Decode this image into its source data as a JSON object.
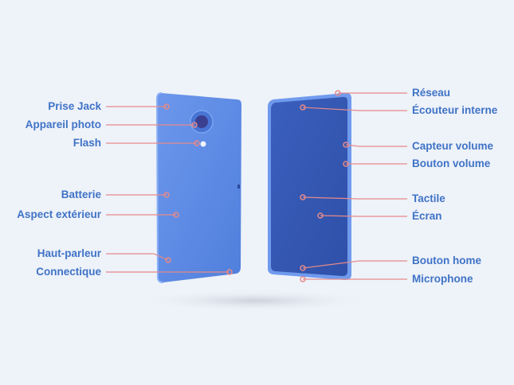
{
  "colors": {
    "background": "#eef2f9",
    "label_text": "#3f73c6",
    "leader_line": "#e68a8a",
    "phone_back": "#5c89e3",
    "phone_front": "#3559b5",
    "phone_frame": "#6f9aee"
  },
  "labels": {
    "left": [
      {
        "key": "prise-jack",
        "text": "Prise Jack"
      },
      {
        "key": "appareil-photo",
        "text": "Appareil photo"
      },
      {
        "key": "flash",
        "text": "Flash"
      },
      {
        "key": "batterie",
        "text": "Batterie"
      },
      {
        "key": "aspect-exterieur",
        "text": "Aspect extérieur"
      },
      {
        "key": "haut-parleur",
        "text": "Haut-parleur"
      },
      {
        "key": "connectique",
        "text": "Connectique"
      }
    ],
    "right": [
      {
        "key": "reseau",
        "text": "Réseau"
      },
      {
        "key": "ecouteur-interne",
        "text": "Écouteur interne"
      },
      {
        "key": "capteur-volume",
        "text": "Capteur volume"
      },
      {
        "key": "bouton-volume",
        "text": "Bouton volume"
      },
      {
        "key": "tactile",
        "text": "Tactile"
      },
      {
        "key": "ecran",
        "text": "Écran"
      },
      {
        "key": "bouton-home",
        "text": "Bouton home"
      },
      {
        "key": "microphone",
        "text": "Microphone"
      }
    ]
  }
}
